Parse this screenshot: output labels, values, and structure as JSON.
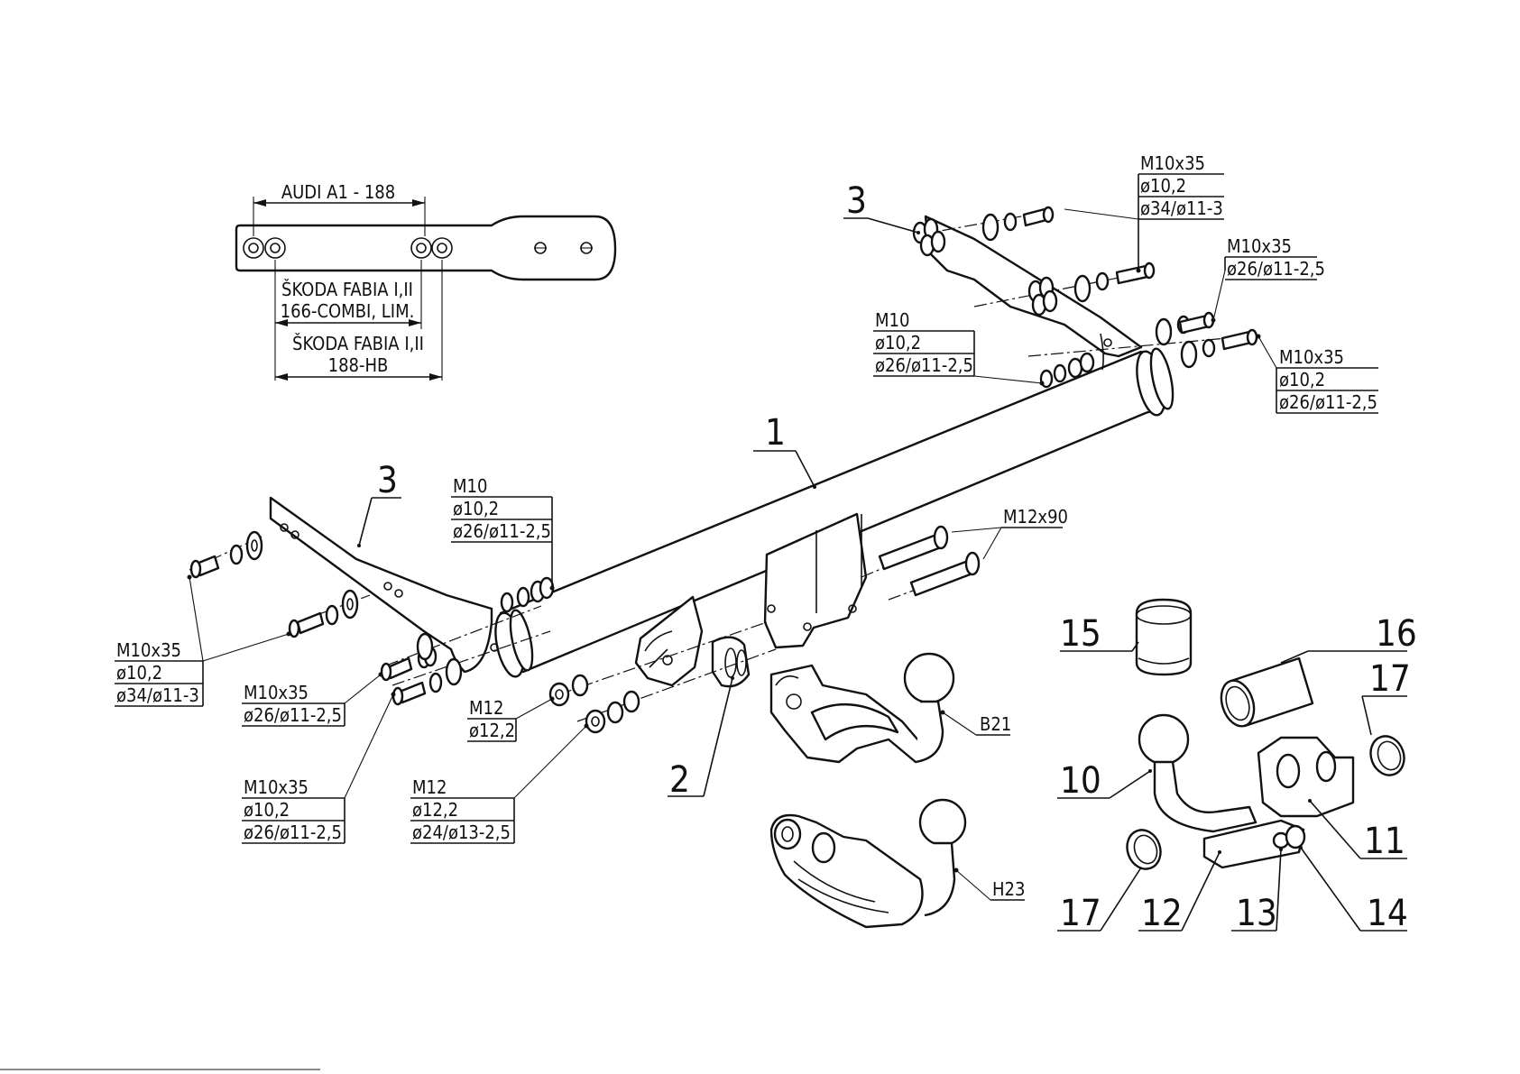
{
  "inset": {
    "audi": "AUDI A1 - 188",
    "combi_line1": "ŠKODA FABIA I,II",
    "combi_line2": "166-COMBI, LIM.",
    "hb_line1": "ŠKODA FABIA I,II",
    "hb_line2": "188-HB"
  },
  "numbers": {
    "n1": "1",
    "n2": "2",
    "n3a": "3",
    "n3b": "3",
    "n10": "10",
    "n11": "11",
    "n12": "12",
    "n13": "13",
    "n14": "14",
    "n15": "15",
    "n16": "16",
    "n17a": "17",
    "n17b": "17"
  },
  "callouts": {
    "tr_top": [
      "M10x35",
      "ø10,2",
      "ø34/ø11-3"
    ],
    "tr_mid": [
      "M10x35",
      "ø26/ø11-2,5"
    ],
    "tr_right": [
      "M10x35",
      "ø10,2",
      "ø26/ø11-2,5"
    ],
    "right_m10": [
      "M10",
      "ø10,2",
      "ø26/ø11-2,5"
    ],
    "left_m10": [
      "M10",
      "ø10,2",
      "ø26/ø11-2,5"
    ],
    "left_a": [
      "M10x35",
      "ø10,2",
      "ø34/ø11-3"
    ],
    "left_b": [
      "M10x35",
      "ø26/ø11-2,5"
    ],
    "left_c": [
      "M10x35",
      "ø10,2",
      "ø26/ø11-2,5"
    ],
    "m12_a": [
      "M12",
      "ø12,2"
    ],
    "m12_b": [
      "M12",
      "ø12,2",
      "ø24/ø13-2,5"
    ],
    "m12x90": "M12x90",
    "b21": "B21",
    "h23": "H23"
  }
}
